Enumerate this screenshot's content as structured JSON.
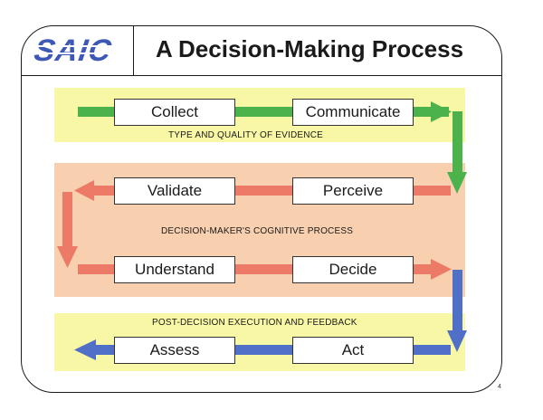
{
  "logo": {
    "text": "SAIC"
  },
  "title": "A Decision-Making Process",
  "bands": {
    "evidence": "TYPE AND QUALITY OF EVIDENCE",
    "cognitive": "DECISION-MAKER'S COGNITIVE PROCESS",
    "execution": "POST-DECISION EXECUTION AND FEEDBACK"
  },
  "steps": {
    "collect": "Collect",
    "communicate": "Communicate",
    "validate": "Validate",
    "perceive": "Perceive",
    "understand": "Understand",
    "decide": "Decide",
    "assess": "Assess",
    "act": "Act"
  },
  "colors": {
    "green_arrow": "#4cb34c",
    "red_arrow": "#ec7a66",
    "blue_arrow": "#5070c8",
    "yellow_band": "#f7f7a6",
    "peach_band": "#f8d0b0",
    "logo_blue": "#3e58b6"
  },
  "page_number": "4"
}
